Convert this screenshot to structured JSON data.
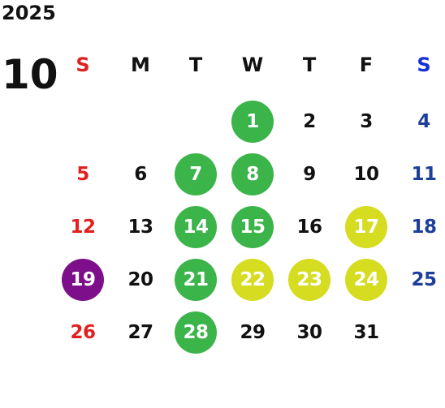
{
  "calendar": {
    "year": "2025",
    "month": "10",
    "weekday_headers": [
      "S",
      "M",
      "T",
      "W",
      "T",
      "F",
      "S"
    ],
    "first_weekday_index": 3,
    "days_in_month": 31,
    "colors": {
      "sunday": "#e0201f",
      "saturday": "#1d3f9a",
      "saturday_header": "#1530d8",
      "weekday": "#111111",
      "green": "#3bb44a",
      "yellow": "#d6dc1f",
      "purple": "#7d0f8a"
    },
    "highlights": {
      "1": "green",
      "7": "green",
      "8": "green",
      "14": "green",
      "15": "green",
      "17": "yellow",
      "19": "purple",
      "21": "green",
      "22": "yellow",
      "23": "yellow",
      "24": "yellow",
      "28": "green"
    }
  }
}
